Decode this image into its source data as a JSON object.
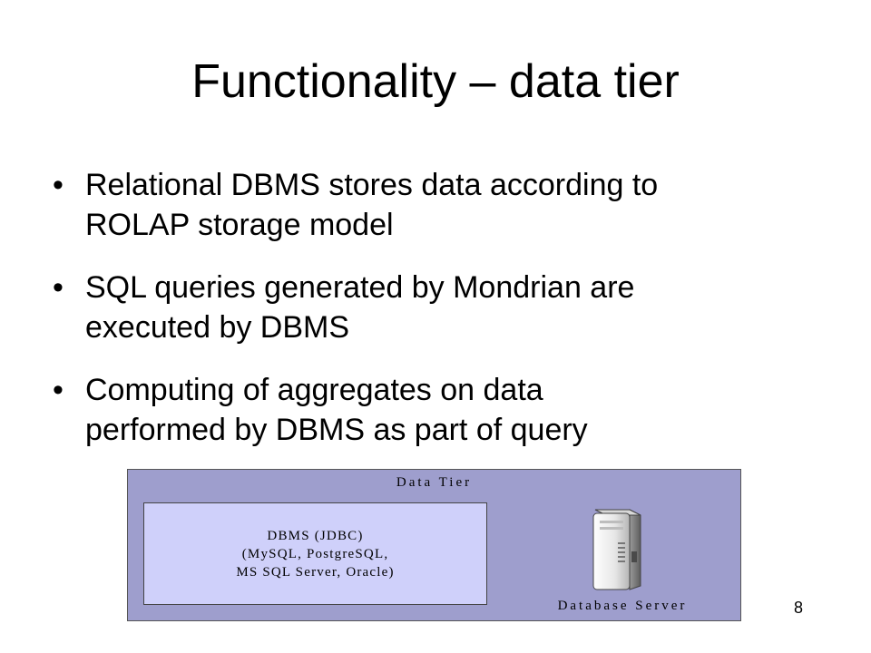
{
  "slide": {
    "title": "Functionality – data tier",
    "bullet_symbol": "•",
    "bullets": [
      {
        "line1": "Relational DBMS stores data according to",
        "line2": "ROLAP storage model"
      },
      {
        "line1": "SQL queries generated by Mondrian are",
        "line2": "executed by DBMS"
      },
      {
        "line1": "Computing of aggregates on data",
        "line2": "performed by DBMS as part of query"
      }
    ],
    "page_number": "8"
  },
  "diagram": {
    "tier_label": "Data Tier",
    "dbms_lines": [
      "DBMS (JDBC)",
      "(MySQL, PostgreSQL,",
      "MS SQL Server, Oracle)"
    ],
    "server_icon": "server-tower-icon",
    "server_label": "Database Server",
    "colors": {
      "outer": "#9e9ecd",
      "inner": "#cfd0fa"
    }
  }
}
